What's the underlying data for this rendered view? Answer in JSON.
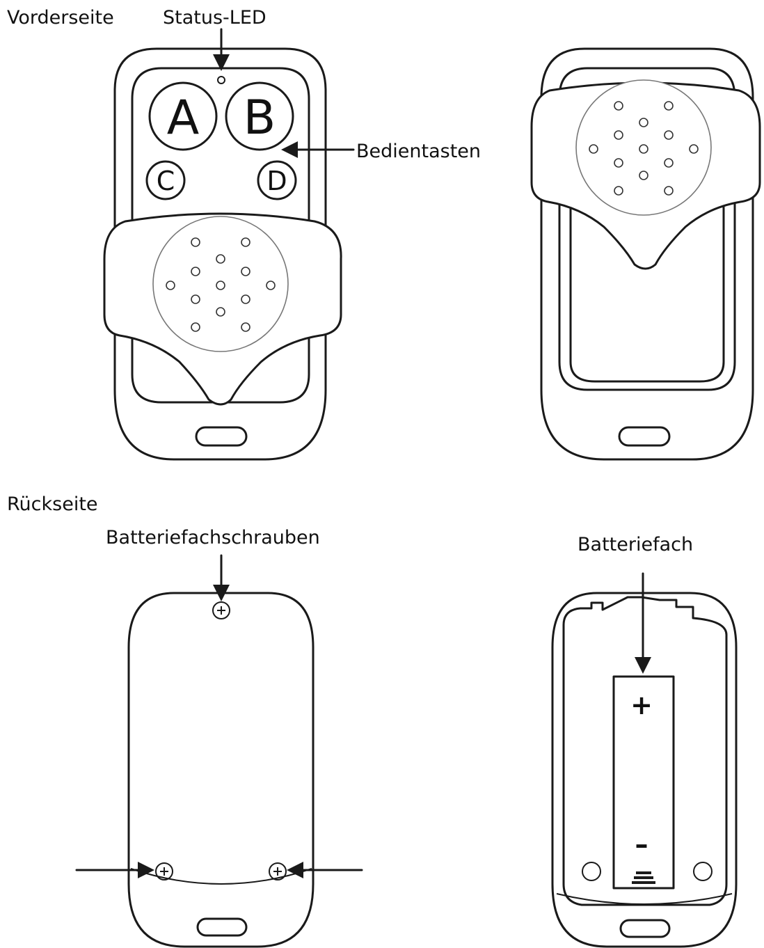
{
  "labels": {
    "front_side": "Vorderseite",
    "status_led": "Status-LED",
    "control_buttons": "Bedientasten",
    "back_side": "Rückseite",
    "battery_screws": "Batteriefachschrauben",
    "battery_compartment": "Batteriefach"
  },
  "buttons": [
    "A",
    "B",
    "C",
    "D"
  ],
  "battery_polarity": {
    "plus": "+",
    "minus": "–"
  }
}
